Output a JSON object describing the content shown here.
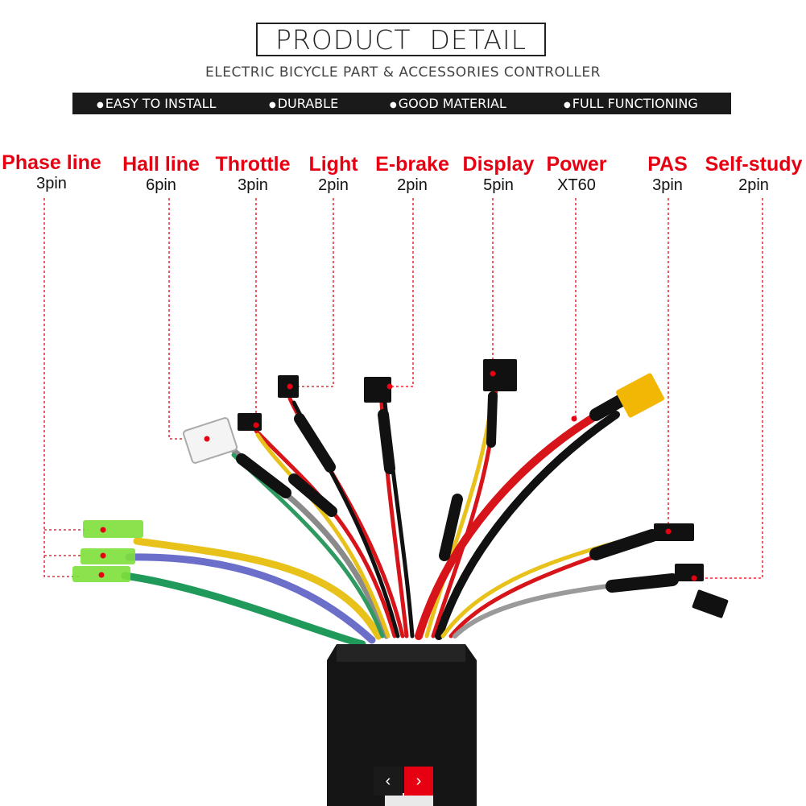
{
  "header": {
    "title": "PRODUCT  DETAIL",
    "subtitle": "ELECTRIC BICYCLE PART & ACCESSORIES CONTROLLER",
    "features": [
      "EASY TO INSTALL",
      "DURABLE",
      "GOOD MATERIAL",
      "FULL FUNCTIONING"
    ]
  },
  "connectors": [
    {
      "name": "Phase line",
      "pin": "3pin"
    },
    {
      "name": "Hall line",
      "pin": "6pin"
    },
    {
      "name": "Throttle",
      "pin": "3pin"
    },
    {
      "name": "Light",
      "pin": "2pin"
    },
    {
      "name": "E-brake",
      "pin": "2pin"
    },
    {
      "name": "Display",
      "pin": "5pin"
    },
    {
      "name": "Power",
      "pin": "XT60"
    },
    {
      "name": "PAS",
      "pin": "3pin"
    },
    {
      "name": "Self-study",
      "pin": "2pin"
    }
  ],
  "colors": {
    "accent": "#e60012",
    "wire_yellow": "#e8c21a",
    "wire_blue": "#6b6fc9",
    "wire_green": "#1f9a5a",
    "wire_red": "#d7141a",
    "housing": "#151515",
    "phase_sleeve": "#7de03a"
  },
  "gallery": {
    "prev_icon": "‹",
    "next_icon": "›"
  }
}
